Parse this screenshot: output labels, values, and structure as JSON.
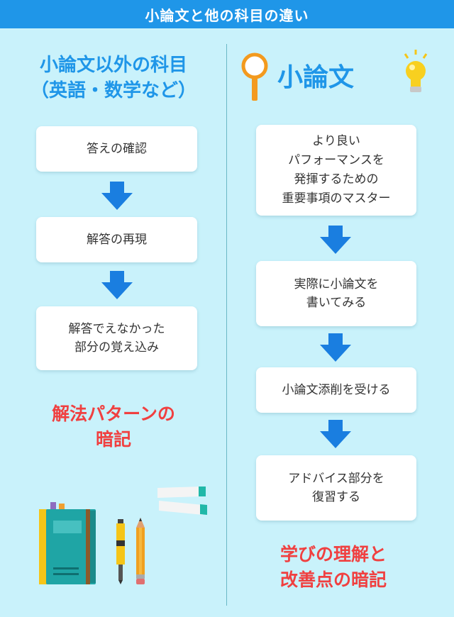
{
  "header": {
    "title": "小論文と他の科目の違い"
  },
  "left": {
    "title_line1": "小論文以外の科目",
    "title_line2": "（英語・数学など）",
    "steps": [
      {
        "lines": [
          "答えの確認"
        ]
      },
      {
        "lines": [
          "解答の再現"
        ]
      },
      {
        "lines": [
          "解答でえなかった",
          "部分の覚え込み"
        ]
      }
    ],
    "result_line1": "解法パターンの",
    "result_line2": "暗記"
  },
  "right": {
    "title": "小論文",
    "steps": [
      {
        "lines": [
          "より良い",
          "パフォーマンスを",
          "発揮するための",
          "重要事項のマスター"
        ]
      },
      {
        "lines": [
          "実際に小論文を",
          "書いてみる"
        ]
      },
      {
        "lines": [
          "小論文添削を受ける"
        ]
      },
      {
        "lines": [
          "アドバイス部分を",
          "復習する"
        ]
      }
    ],
    "result_line1": "学びの理解と",
    "result_line2": "改善点の暗記"
  },
  "colors": {
    "background": "#c9f2fb",
    "accent_blue": "#1f96e8",
    "result_red": "#f04040",
    "arrow_blue": "#1a7ee0"
  }
}
